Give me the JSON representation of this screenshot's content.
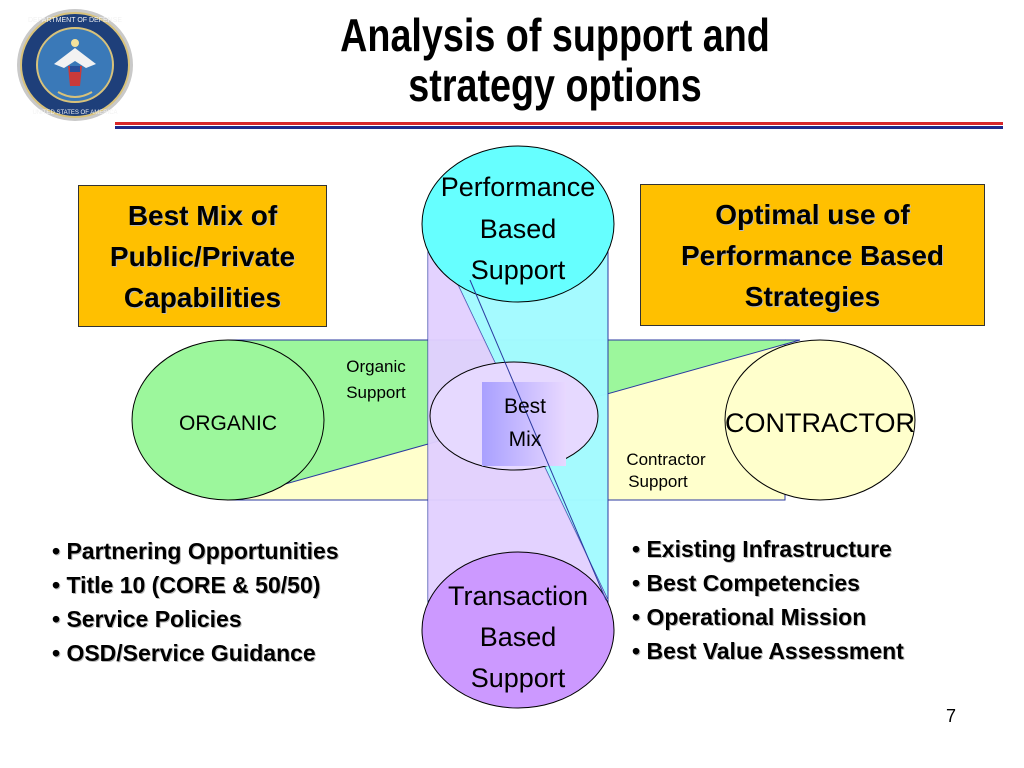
{
  "slide": {
    "title_line1": "Analysis of support and",
    "title_line2": "strategy options",
    "page_number": "7",
    "seal_alt_text": "DEPARTMENT OF DEFENSE · UNITED STATES OF AMERICA"
  },
  "callouts": {
    "left": [
      "Best Mix of",
      "Public/Private",
      "Capabilities"
    ],
    "right": [
      "Optimal use of",
      "Performance Based",
      "Strategies"
    ]
  },
  "diagram": {
    "performance_circle": [
      "Performance",
      "Based",
      "Support"
    ],
    "transaction_circle": [
      "Transaction",
      "Based",
      "Support"
    ],
    "organic_label": "ORGANIC",
    "contractor_label": "CONTRACTOR",
    "organic_support": [
      "Organic",
      "Support"
    ],
    "contractor_support": [
      "Contractor",
      "Support"
    ],
    "best_mix": [
      "Best",
      "Mix"
    ]
  },
  "bullets": {
    "left": [
      "Partnering Opportunities",
      "Title 10 (CORE & 50/50)",
      "Service Policies",
      "OSD/Service Guidance"
    ],
    "right": [
      "Existing Infrastructure",
      "Best Competencies",
      "Operational Mission",
      "Best Value Assessment"
    ]
  },
  "colors": {
    "callout_fill": "#ffc000",
    "organic_fill": "#9cf79c",
    "contractor_fill": "#ffffcc",
    "performance_fill": "#66ffff",
    "transaction_fill": "#cc99ff",
    "vertical_band_fill": "#e6d9ff",
    "outline_blue": "#2b3aa0"
  }
}
